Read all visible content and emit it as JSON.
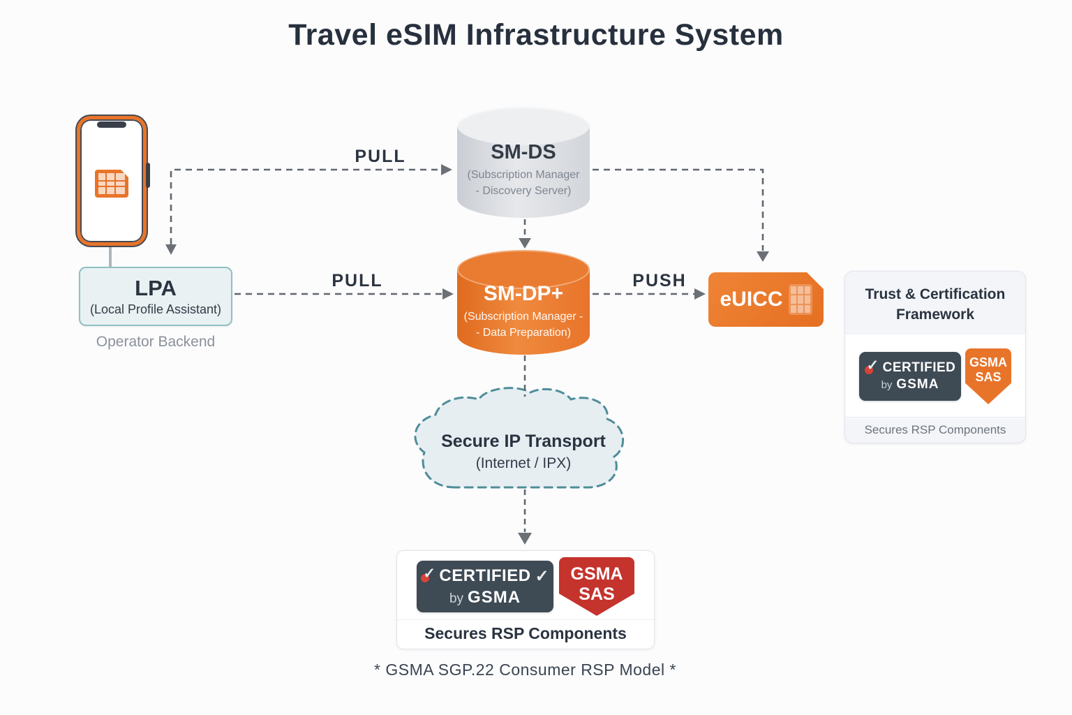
{
  "title": "Travel eSIM Infrastructure System",
  "connections": {
    "pull_top": "PULL",
    "pull_mid": "PULL",
    "push": "PUSH"
  },
  "lpa": {
    "title": "LPA",
    "subtitle": "(Local Profile Assistant)",
    "caption": "Operator Backend"
  },
  "smds": {
    "title": "SM-DS",
    "subtitle1": "(Subscription Manager",
    "subtitle2": "- Discovery Server)"
  },
  "smdp": {
    "title": "SM-DP+",
    "subtitle1": "(Subscription Manager -",
    "subtitle2": "- Data Preparation)"
  },
  "euicc": {
    "label": "eUICC"
  },
  "trust_card": {
    "title1": "Trust & Certification",
    "title2": "Framework",
    "caption": "Secures RSP Components"
  },
  "certified_badge": {
    "line1": "CERTIFIED",
    "by": "by",
    "brand": "GSMA",
    "check": "✓"
  },
  "sas_badge": {
    "line1": "GSMA",
    "line2": "SAS"
  },
  "cloud": {
    "title": "Secure IP Transport",
    "subtitle": "(Internet / IPX)"
  },
  "bottom_card": {
    "caption": "Secures RSP Components"
  },
  "footnote": "* GSMA SGP.22 Consumer RSP Model *",
  "colors": {
    "orange": "#e8742a",
    "slate_badge": "#3e4a54",
    "red_shield": "#c5332d",
    "teal_cloud_border": "#4e8d98",
    "arrow_gray": "#61676f",
    "title_text": "#27303d"
  }
}
